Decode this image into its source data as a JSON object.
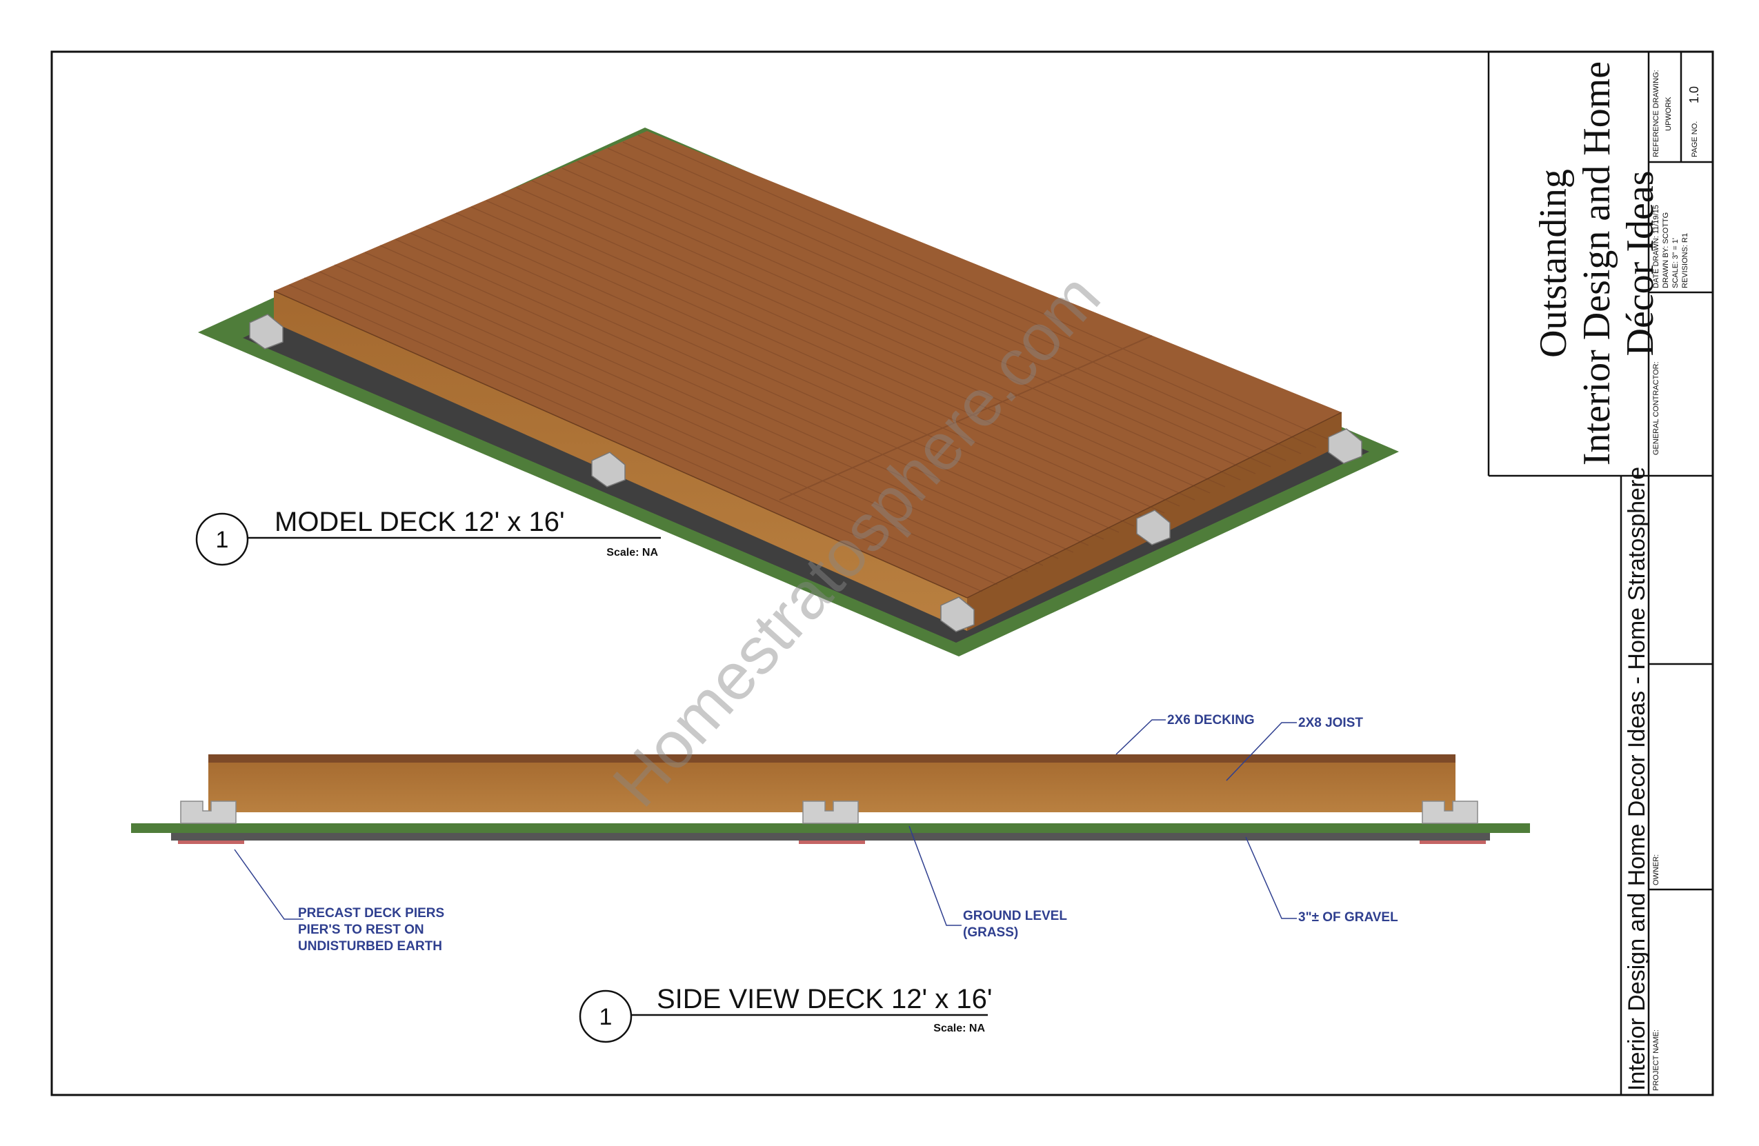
{
  "views": {
    "model": {
      "number": "1",
      "title": "MODEL DECK 12' x 16'",
      "scale": "Scale: NA"
    },
    "side": {
      "number": "1",
      "title": "SIDE VIEW DECK 12' x 16'",
      "scale": "Scale: NA"
    }
  },
  "callouts": {
    "decking": "2X6 DECKING",
    "joist": "2X8 JOIST",
    "piers": [
      "PRECAST DECK PIERS",
      "PIER'S TO REST ON",
      "UNDISTURBED EARTH"
    ],
    "ground": [
      "GROUND LEVEL",
      "(GRASS)"
    ],
    "gravel": "3\"± OF GRAVEL"
  },
  "watermark": "Homestratosphere.com",
  "title_block": {
    "company": [
      "Outstanding",
      "Interior Design and Home",
      "Décor Ideas"
    ],
    "project_name_value": "Interior Design and Home Decor Ideas - Home Stratosphere",
    "project_name_label": "PROJECT NAME:",
    "general_contractor_label": "GENERAL CONTRACTOR:",
    "owner_label": "OWNER:",
    "date_drawn": "DATE DRAWN: 11/19/15",
    "drawn_by": "DRAWN BY: SCOTTG",
    "scale": "SCALE: 3\" = 1'",
    "revisions": "REVISIONS: R1",
    "reference_label": "REFERENCE DRAWING:",
    "reference_value": "UPWORK",
    "page_label": "PAGE NO.",
    "page_value": "1.0"
  },
  "colors": {
    "deck_top": "#9a5c32",
    "deck_side": "#b0773a",
    "grass": "#4f7d3a",
    "gravel": "#3f3f3f",
    "pier": "#c8c8c8",
    "callout": "#2f3f8f"
  }
}
